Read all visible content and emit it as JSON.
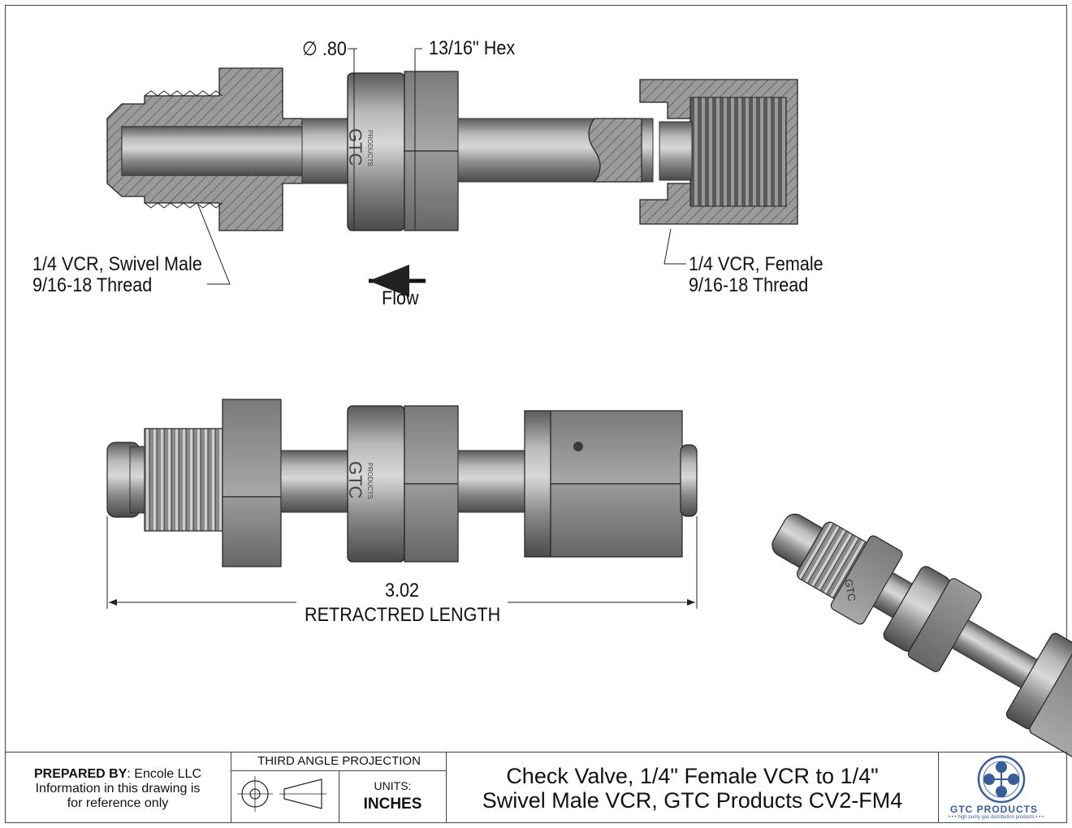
{
  "top_view": {
    "dim_diameter": "∅ .80",
    "dim_hex": "13/16\" Hex",
    "body_text_brand": "GTC",
    "body_text_sub": "PRODUCTS",
    "left_label_line1": "1/4 VCR, Swivel Male",
    "left_label_line2": "9/16-18 Thread",
    "right_label_line1": "1/4 VCR, Female",
    "right_label_line2": "9/16-18 Thread",
    "flow_label": "Flow"
  },
  "side_view": {
    "dim_value": "3.02",
    "dim_label": "RETRACTRED LENGTH",
    "body_text_brand": "GTC",
    "body_text_sub": "PRODUCTS"
  },
  "iso_view": {
    "body_text_brand": "GTC"
  },
  "title_block": {
    "prepared_by_label": "PREPARED BY",
    "prepared_by_value": ": Encole LLC",
    "note_line1": "Information in this drawing is",
    "note_line2": "for reference only",
    "projection_label": "THIRD ANGLE PROJECTION",
    "units_label": "UNITS:",
    "units_value": "INCHES",
    "title_line1": "Check Valve, 1/4\" Female VCR to 1/4\"",
    "title_line2": "Swivel Male VCR, GTC Products CV2-FM4",
    "logo_name": "GTC PRODUCTS",
    "logo_tagline": "• • • high purity gas distribution products • • •"
  },
  "colors": {
    "steel": "#8f8f8f",
    "steel_dark": "#5c5c5c",
    "line": "#222222",
    "logo_blue": "#3a5d97"
  }
}
